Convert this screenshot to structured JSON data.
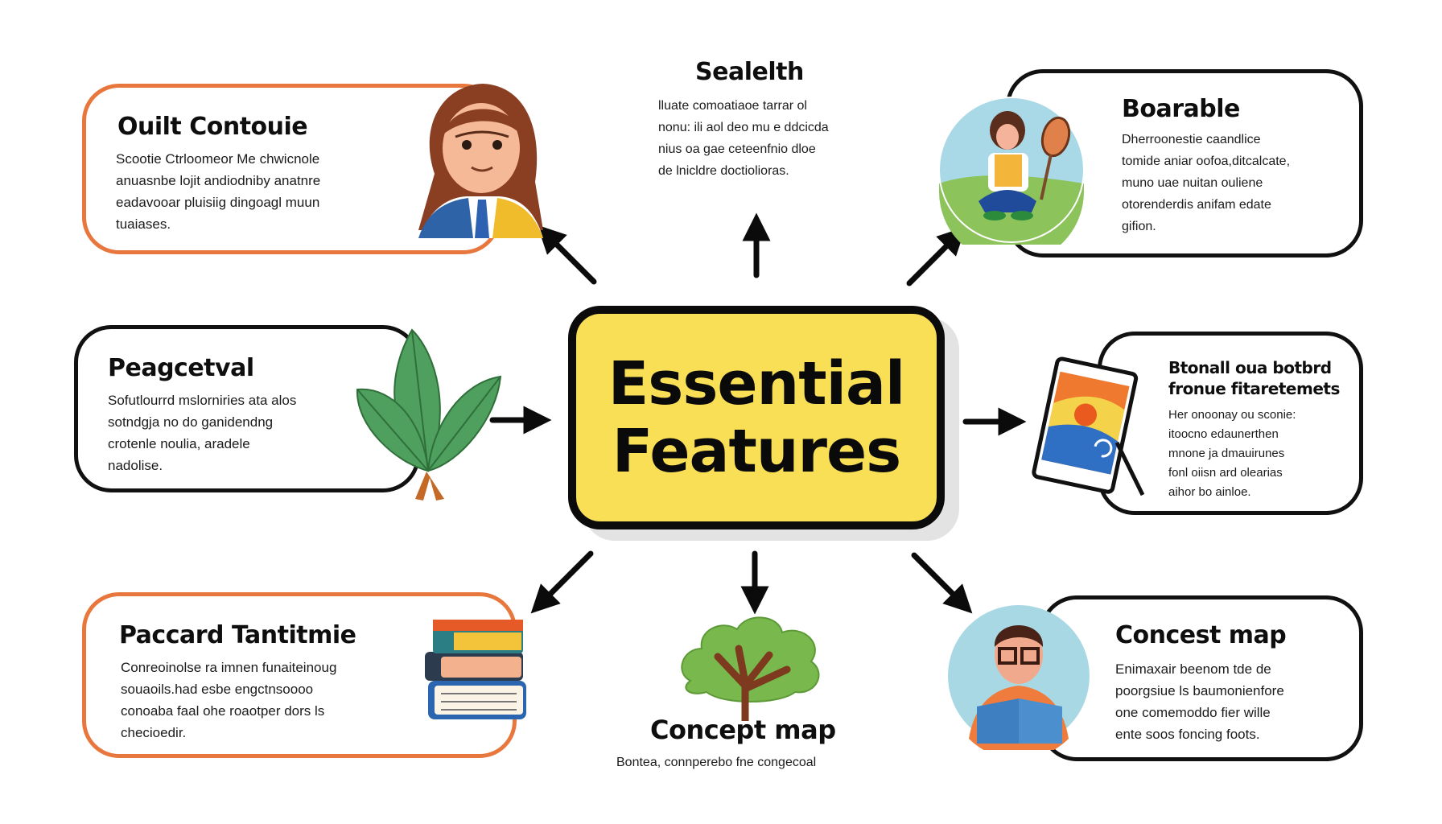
{
  "center": {
    "line1": "Essential",
    "line2": "Features",
    "fill": "#f8df56"
  },
  "nodes": [
    {
      "id": "top-left",
      "title": "Ouilt Contouie",
      "border": "#e8773e",
      "lines": [
        "Scootie Ctrloomeor Me chwicnole",
        "anuasnbe lojit andiodniby anatnre",
        "eadavooar pluisiig dingoagl muun",
        "tuaiases."
      ],
      "illustration": "woman-teacher-avatar"
    },
    {
      "id": "top-center",
      "title": "Sealelth",
      "border": "none",
      "lines": [
        "lluate comoatiaoe tarrar ol",
        "nonu: ili aol deo mu e ddcicda",
        "nius oa gae ceteenfnio dloe",
        "de lnicldre doctiolioras."
      ],
      "illustration": "none"
    },
    {
      "id": "top-right",
      "title": "Boarable",
      "border": "#111111",
      "lines": [
        "Dherroonestie caandlice",
        "tomide aniar oofoa,ditcalcate,",
        "muno uae nuitan ouliene",
        "otorenderdis anifam edate",
        "gifion."
      ],
      "illustration": "child-sitting-outdoors"
    },
    {
      "id": "middle-left",
      "title": "Peagcetval",
      "border": "#111111",
      "lines": [
        "Sofutlourrd mslorniries ata alos",
        "sotndgja no do ganidendng",
        "crotenle noulia, aradele",
        "nadolise."
      ],
      "illustration": "green-leaves-plant"
    },
    {
      "id": "middle-right",
      "title_lines": [
        "Btonall oua botbrd",
        "fronue fitaretemets"
      ],
      "border": "#111111",
      "lines": [
        "Her onoonay ou sconie:",
        "itoocno edaunerthen",
        "mnone ja dmauirunes",
        "fonl oiisn ard olearias",
        "aihor bo ainloe."
      ],
      "illustration": "tablet-on-easel"
    },
    {
      "id": "bottom-left",
      "title": "Paccard Tantitmie",
      "border": "#e8773e",
      "lines": [
        "Conreoinolse ra imnen funaiteinoug",
        "souaoils.had esbe engctnsoooo",
        "conoaba faal ohe roaotper dors ls",
        "checioedir."
      ],
      "illustration": "stack-of-books"
    },
    {
      "id": "bottom-center",
      "title": "Concept map",
      "border": "none",
      "lines": [
        "Bontea, connperebo fne congecoal"
      ],
      "illustration": "green-tree"
    },
    {
      "id": "bottom-right",
      "title": "Concest map",
      "border": "#111111",
      "lines": [
        "Enimaxair beenom tde de",
        "poorgsiue ls baumonienfore",
        "one comemoddo fier wille",
        "ente soos foncing foots."
      ],
      "illustration": "person-reading-book"
    }
  ],
  "arrows": [
    {
      "from": "center",
      "to": "top-left",
      "direction": "up-left"
    },
    {
      "from": "center",
      "to": "top-center",
      "direction": "up"
    },
    {
      "from": "center",
      "to": "top-right",
      "direction": "up-right"
    },
    {
      "from": "middle-left",
      "to": "center",
      "direction": "right"
    },
    {
      "from": "center",
      "to": "middle-right",
      "direction": "right"
    },
    {
      "from": "center",
      "to": "bottom-left",
      "direction": "down-left"
    },
    {
      "from": "center",
      "to": "bottom-center",
      "direction": "down"
    },
    {
      "from": "center",
      "to": "bottom-right",
      "direction": "down-right"
    }
  ]
}
